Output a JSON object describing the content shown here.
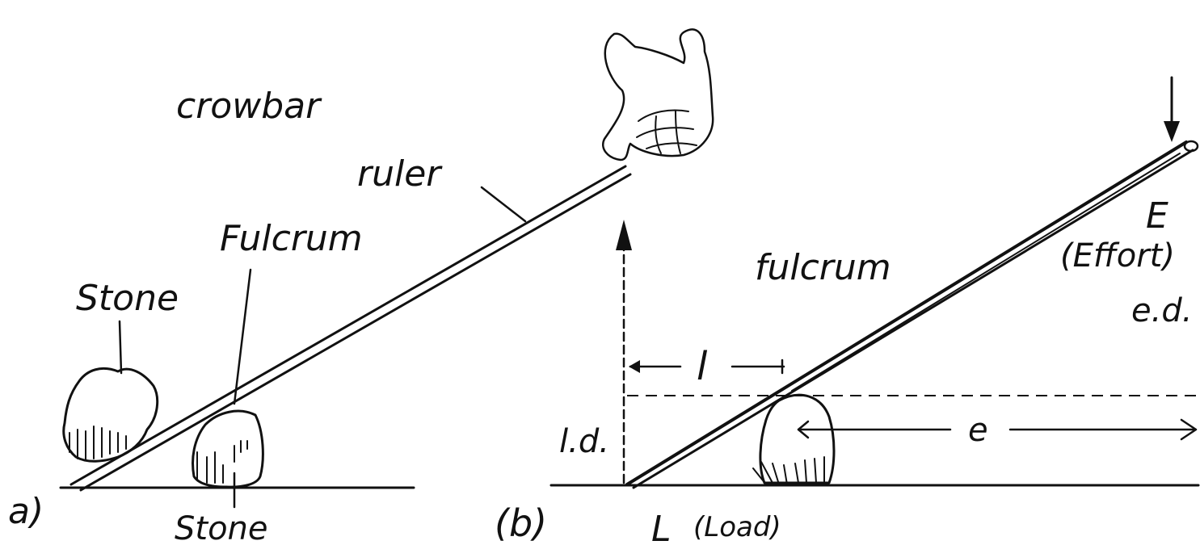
{
  "panel_a": {
    "title": "crowbar",
    "label_ruler": "ruler",
    "label_fulcrum": "Fulcrum",
    "label_stone_top": "Stone",
    "label_stone_bottom": "Stone",
    "panel_marker": "a)"
  },
  "panel_b": {
    "label_fulcrum": "fulcrum",
    "label_effort_symbol": "E",
    "label_effort_text": "(Effort)",
    "label_effort_distance": "e.d.",
    "label_load_distance": "l.d.",
    "label_l": "l",
    "label_e": "e",
    "label_load_symbol": "L",
    "label_load_text": "(Load)",
    "panel_marker": "(b)"
  },
  "colors": {
    "ink": "#111111",
    "background": "#ffffff"
  }
}
